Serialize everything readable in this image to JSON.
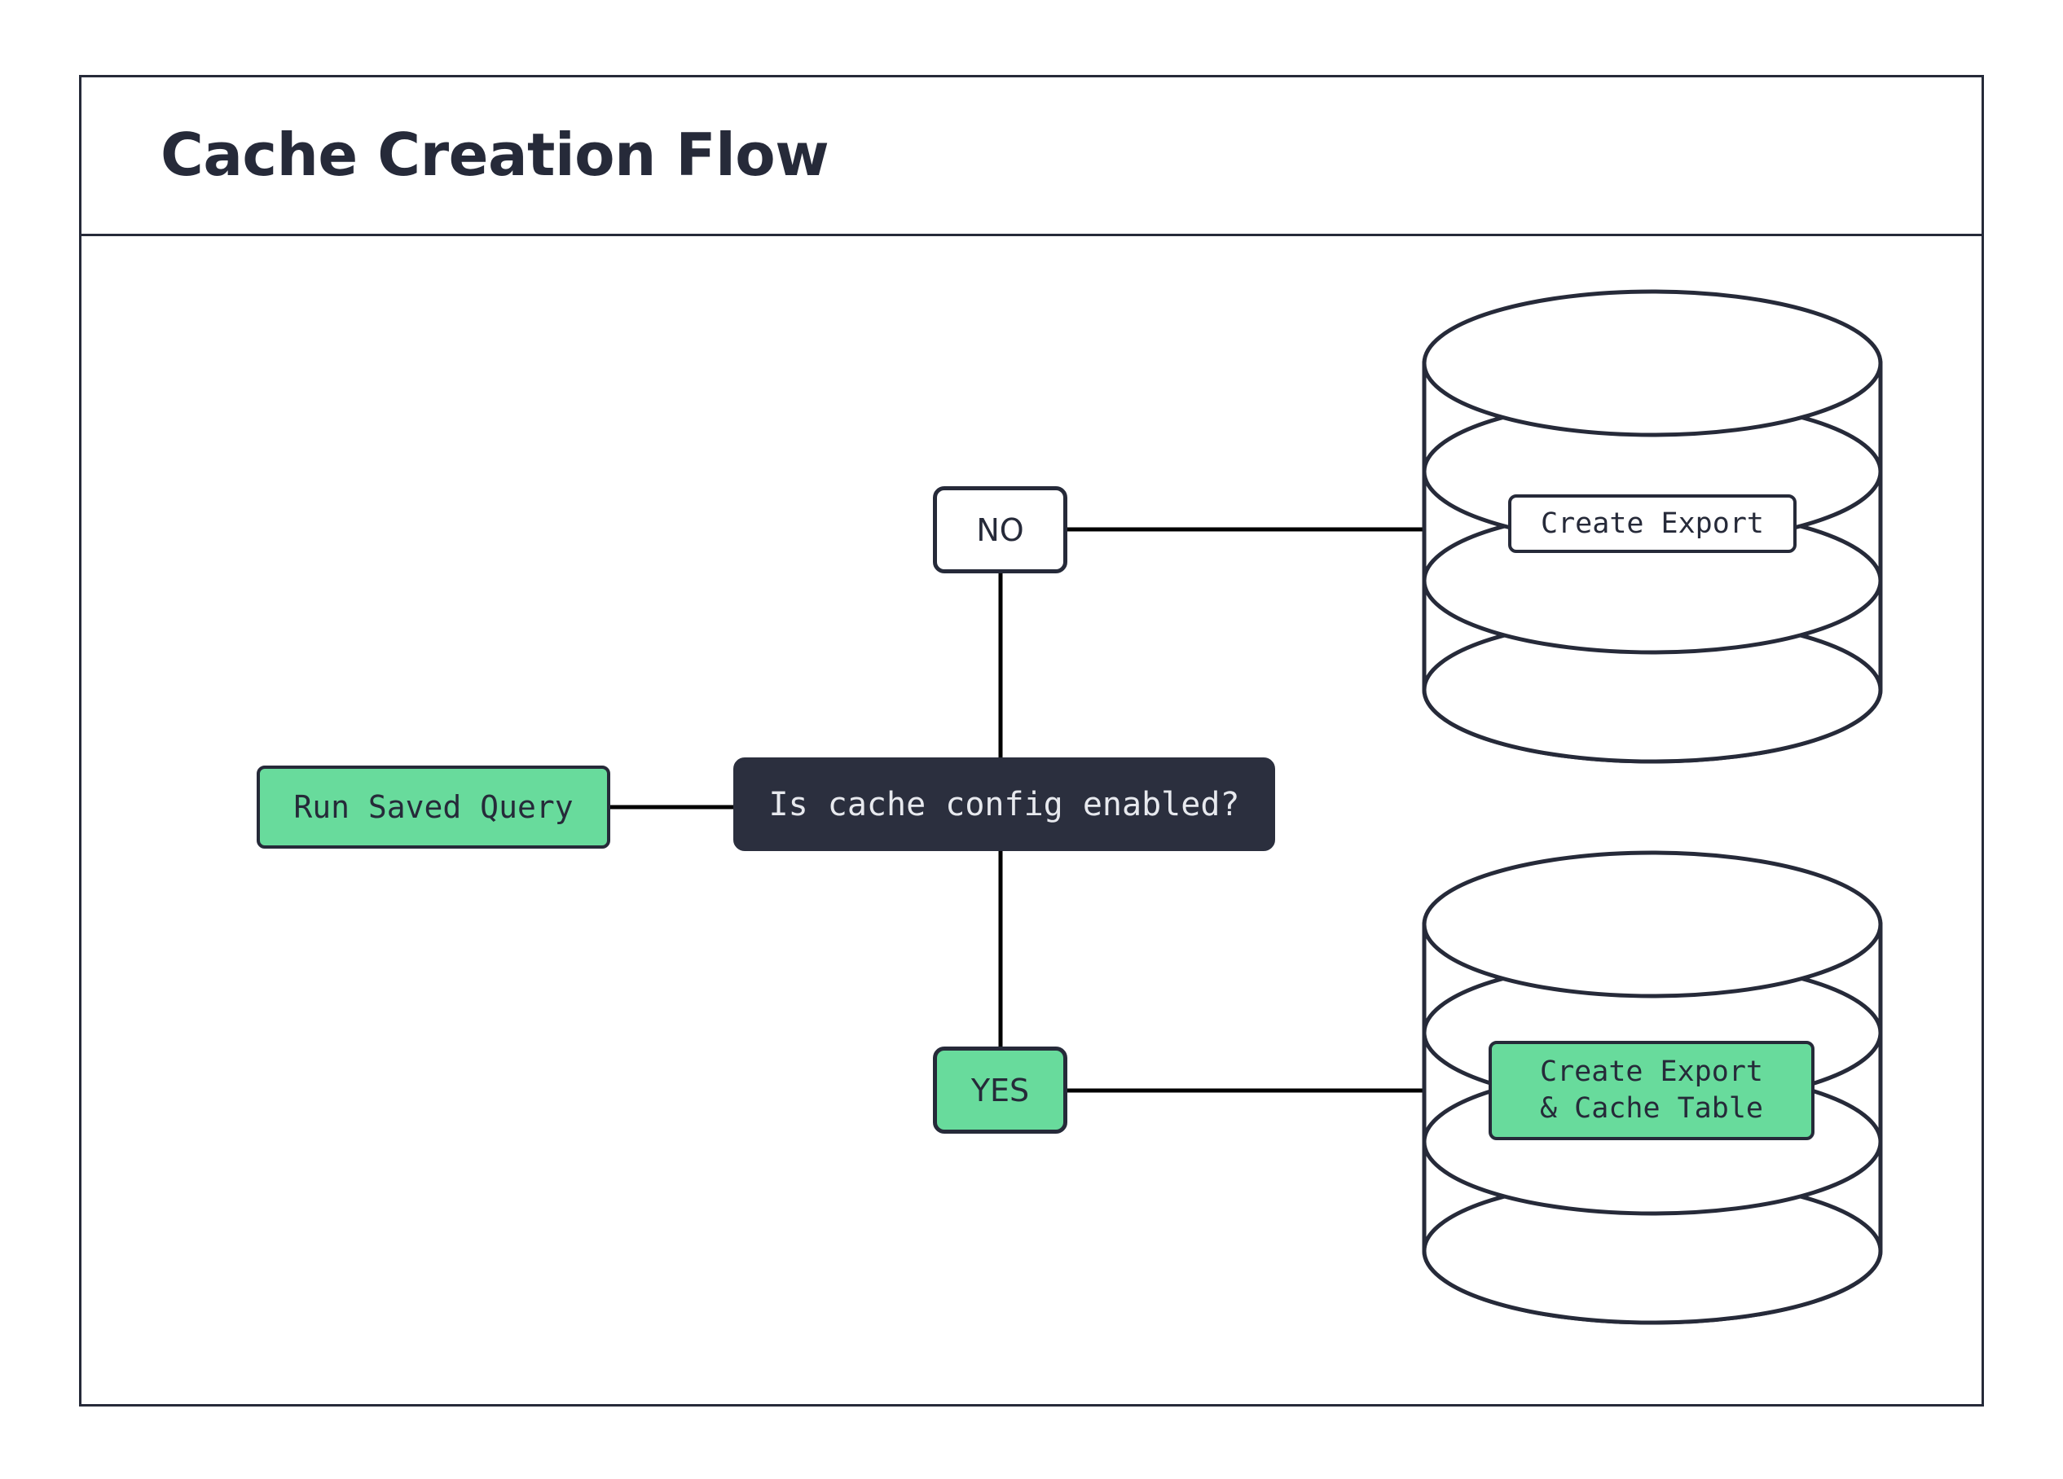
{
  "diagram": {
    "title": "Cache Creation Flow",
    "accent_green": "#68db9c",
    "ink_navy": "#262a39",
    "decision_bg": "#2b2f3e",
    "connector_color": "#000000",
    "canvas_bg": "#ffffff"
  },
  "nodes": {
    "run_saved_query": {
      "label": "Run Saved Query",
      "shape": "rounded-rect",
      "fill": "#68db9c"
    },
    "decision": {
      "label": "Is cache config enabled?",
      "shape": "rounded-rect",
      "fill": "#2b2f3e"
    },
    "branch_no": {
      "label": "NO",
      "shape": "rounded-rect",
      "fill": "#ffffff"
    },
    "branch_yes": {
      "label": "YES",
      "shape": "rounded-rect",
      "fill": "#68db9c"
    },
    "db_export": {
      "label": "Create Export",
      "shape": "cylinder",
      "fill": "#ffffff"
    },
    "db_export_cache": {
      "label_line1": "Create Export",
      "label_line2": "& Cache Table",
      "shape": "cylinder",
      "fill": "#68db9c"
    }
  },
  "edges": [
    {
      "from": "run_saved_query",
      "to": "decision",
      "label": ""
    },
    {
      "from": "decision",
      "to": "branch_no",
      "label": ""
    },
    {
      "from": "branch_no",
      "to": "db_export",
      "label": ""
    },
    {
      "from": "decision",
      "to": "branch_yes",
      "label": ""
    },
    {
      "from": "branch_yes",
      "to": "db_export_cache",
      "label": ""
    }
  ]
}
